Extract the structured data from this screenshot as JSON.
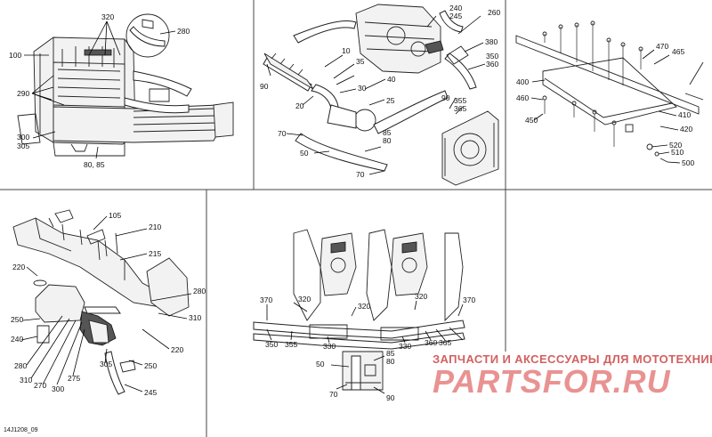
{
  "diagram_code": "14J1208_09",
  "watermark": {
    "tagline": "ЗАПЧАСТИ И АКСЕССУАРЫ ДЛЯ МОТОТЕХНИКИ",
    "logo_text": "PARTSFOR.RU"
  },
  "panels": [
    {
      "id": "panel-1",
      "callouts": [
        "320",
        "280",
        "100",
        "290",
        "300",
        "305",
        "80, 85"
      ]
    },
    {
      "id": "panel-2",
      "callouts": [
        "240",
        "245",
        "260",
        "380",
        "10",
        "35",
        "90",
        "40",
        "30",
        "25",
        "20",
        "350",
        "360",
        "355",
        "365",
        "90",
        "70",
        "85",
        "80",
        "50",
        "70"
      ]
    },
    {
      "id": "panel-3",
      "callouts": [
        "470",
        "465",
        "400",
        "460",
        "450",
        "410",
        "420",
        "520",
        "510",
        "500"
      ]
    },
    {
      "id": "panel-4",
      "callouts": [
        "105",
        "210",
        "215",
        "220",
        "280",
        "310",
        "250",
        "240",
        "220",
        "280",
        "310",
        "270",
        "300",
        "275",
        "305",
        "250",
        "245"
      ]
    },
    {
      "id": "panel-5",
      "callouts": [
        "370",
        "320",
        "320",
        "370",
        "350",
        "355",
        "330",
        "320",
        "330",
        "360",
        "365",
        "50",
        "85",
        "80",
        "70",
        "90"
      ]
    }
  ]
}
